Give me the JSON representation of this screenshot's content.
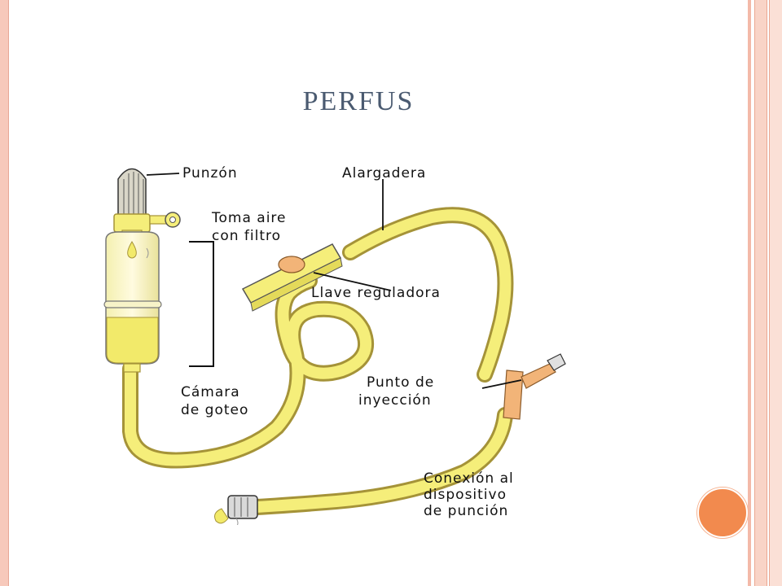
{
  "slide": {
    "title": "PERFUS"
  },
  "diagram": {
    "labels": {
      "punzon": "Punzón",
      "toma_aire_1": "Toma aire",
      "toma_aire_2": "con filtro",
      "camara_1": "Cámara",
      "camara_2": "de goteo",
      "alargadera": "Alargadera",
      "llave": "Llave reguladora",
      "punto_1": "Punto de",
      "punto_2": "inyección",
      "conexion_1": "Conexión al",
      "conexion_2": "dispositivo",
      "conexion_3": "de punción"
    },
    "colors": {
      "tube": "#f5ee7a",
      "tube_outline": "#b8a94a",
      "injection_point": "#f2b478",
      "accent_dot": "#f28a4e"
    }
  }
}
